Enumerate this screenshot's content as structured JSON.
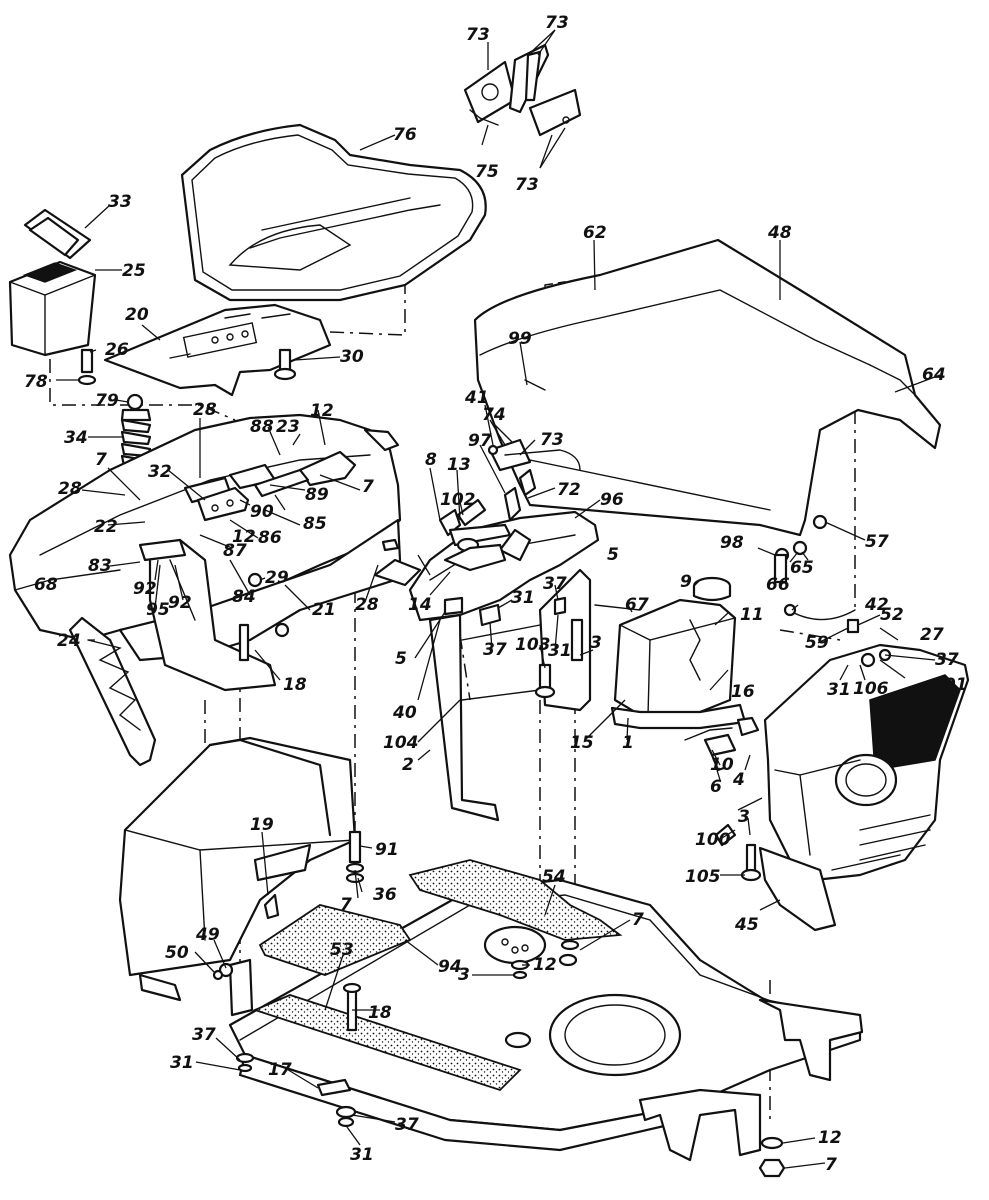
{
  "diagram": {
    "callouts": [
      {
        "id": "c73a",
        "text": "73"
      },
      {
        "id": "c73b",
        "text": "73"
      },
      {
        "id": "c75",
        "text": "75"
      },
      {
        "id": "c73c",
        "text": "73"
      },
      {
        "id": "c76",
        "text": "76"
      },
      {
        "id": "c33",
        "text": "33"
      },
      {
        "id": "c25",
        "text": "25"
      },
      {
        "id": "c62",
        "text": "62"
      },
      {
        "id": "c48",
        "text": "48"
      },
      {
        "id": "c20",
        "text": "20"
      },
      {
        "id": "c26",
        "text": "26"
      },
      {
        "id": "c30",
        "text": "30"
      },
      {
        "id": "c78",
        "text": "78"
      },
      {
        "id": "c79",
        "text": "79"
      },
      {
        "id": "c99",
        "text": "99"
      },
      {
        "id": "c64",
        "text": "64"
      },
      {
        "id": "c34",
        "text": "34"
      },
      {
        "id": "c28a",
        "text": "28"
      },
      {
        "id": "c88",
        "text": "88"
      },
      {
        "id": "c23",
        "text": "23"
      },
      {
        "id": "c12a",
        "text": "12"
      },
      {
        "id": "c41",
        "text": "41"
      },
      {
        "id": "c74",
        "text": "74"
      },
      {
        "id": "c73d",
        "text": "73"
      },
      {
        "id": "c7a",
        "text": "7"
      },
      {
        "id": "c32",
        "text": "32"
      },
      {
        "id": "c7b",
        "text": "7"
      },
      {
        "id": "c89",
        "text": "89"
      },
      {
        "id": "c8",
        "text": "8"
      },
      {
        "id": "c13",
        "text": "13"
      },
      {
        "id": "c97",
        "text": "97"
      },
      {
        "id": "c72",
        "text": "72"
      },
      {
        "id": "c28b",
        "text": "28"
      },
      {
        "id": "c90",
        "text": "90"
      },
      {
        "id": "c85",
        "text": "85"
      },
      {
        "id": "c102",
        "text": "102"
      },
      {
        "id": "c96",
        "text": "96"
      },
      {
        "id": "c22",
        "text": "22"
      },
      {
        "id": "c86",
        "text": "86"
      },
      {
        "id": "c12b",
        "text": "12"
      },
      {
        "id": "c87",
        "text": "87"
      },
      {
        "id": "c57",
        "text": "57"
      },
      {
        "id": "c98",
        "text": "98"
      },
      {
        "id": "c83",
        "text": "83"
      },
      {
        "id": "c92a",
        "text": "92"
      },
      {
        "id": "c84",
        "text": "84"
      },
      {
        "id": "c29",
        "text": "29"
      },
      {
        "id": "c5a",
        "text": "5"
      },
      {
        "id": "c66",
        "text": "66"
      },
      {
        "id": "c65",
        "text": "65"
      },
      {
        "id": "c68",
        "text": "68"
      },
      {
        "id": "c95",
        "text": "95"
      },
      {
        "id": "c92b",
        "text": "92"
      },
      {
        "id": "c21",
        "text": "21"
      },
      {
        "id": "c28c",
        "text": "28"
      },
      {
        "id": "c14",
        "text": "14"
      },
      {
        "id": "c31a",
        "text": "31"
      },
      {
        "id": "c37a",
        "text": "37"
      },
      {
        "id": "c9",
        "text": "9"
      },
      {
        "id": "c67",
        "text": "67"
      },
      {
        "id": "c42",
        "text": "42"
      },
      {
        "id": "c11",
        "text": "11"
      },
      {
        "id": "c52",
        "text": "52"
      },
      {
        "id": "c24",
        "text": "24"
      },
      {
        "id": "c5b",
        "text": "5"
      },
      {
        "id": "c37b",
        "text": "37"
      },
      {
        "id": "c103",
        "text": "103"
      },
      {
        "id": "c31b",
        "text": "31"
      },
      {
        "id": "c3a",
        "text": "3"
      },
      {
        "id": "c59",
        "text": "59"
      },
      {
        "id": "c27",
        "text": "27"
      },
      {
        "id": "c37c",
        "text": "37"
      },
      {
        "id": "c18a",
        "text": "18"
      },
      {
        "id": "c40",
        "text": "40"
      },
      {
        "id": "c101",
        "text": "101"
      },
      {
        "id": "c31c",
        "text": "31"
      },
      {
        "id": "c106",
        "text": "106"
      },
      {
        "id": "c16",
        "text": "16"
      },
      {
        "id": "c104",
        "text": "104"
      },
      {
        "id": "c15",
        "text": "15"
      },
      {
        "id": "c1",
        "text": "1"
      },
      {
        "id": "c2",
        "text": "2"
      },
      {
        "id": "c10",
        "text": "10"
      },
      {
        "id": "c4",
        "text": "4"
      },
      {
        "id": "c6",
        "text": "6"
      },
      {
        "id": "c100",
        "text": "100"
      },
      {
        "id": "c3b",
        "text": "3"
      },
      {
        "id": "c19",
        "text": "19"
      },
      {
        "id": "c91",
        "text": "91"
      },
      {
        "id": "c36",
        "text": "36"
      },
      {
        "id": "c7c",
        "text": "7"
      },
      {
        "id": "c105",
        "text": "105"
      },
      {
        "id": "c54",
        "text": "54"
      },
      {
        "id": "c45",
        "text": "45"
      },
      {
        "id": "c7d",
        "text": "7"
      },
      {
        "id": "c49",
        "text": "49"
      },
      {
        "id": "c50",
        "text": "50"
      },
      {
        "id": "c53",
        "text": "53"
      },
      {
        "id": "c94",
        "text": "94"
      },
      {
        "id": "c3c",
        "text": "3"
      },
      {
        "id": "c12c",
        "text": "12"
      },
      {
        "id": "c18b",
        "text": "18"
      },
      {
        "id": "c37d",
        "text": "37"
      },
      {
        "id": "c31d",
        "text": "31"
      },
      {
        "id": "c17",
        "text": "17"
      },
      {
        "id": "c37e",
        "text": "37"
      },
      {
        "id": "c31e",
        "text": "31"
      },
      {
        "id": "c12d",
        "text": "12"
      },
      {
        "id": "c7e",
        "text": "7"
      }
    ]
  }
}
